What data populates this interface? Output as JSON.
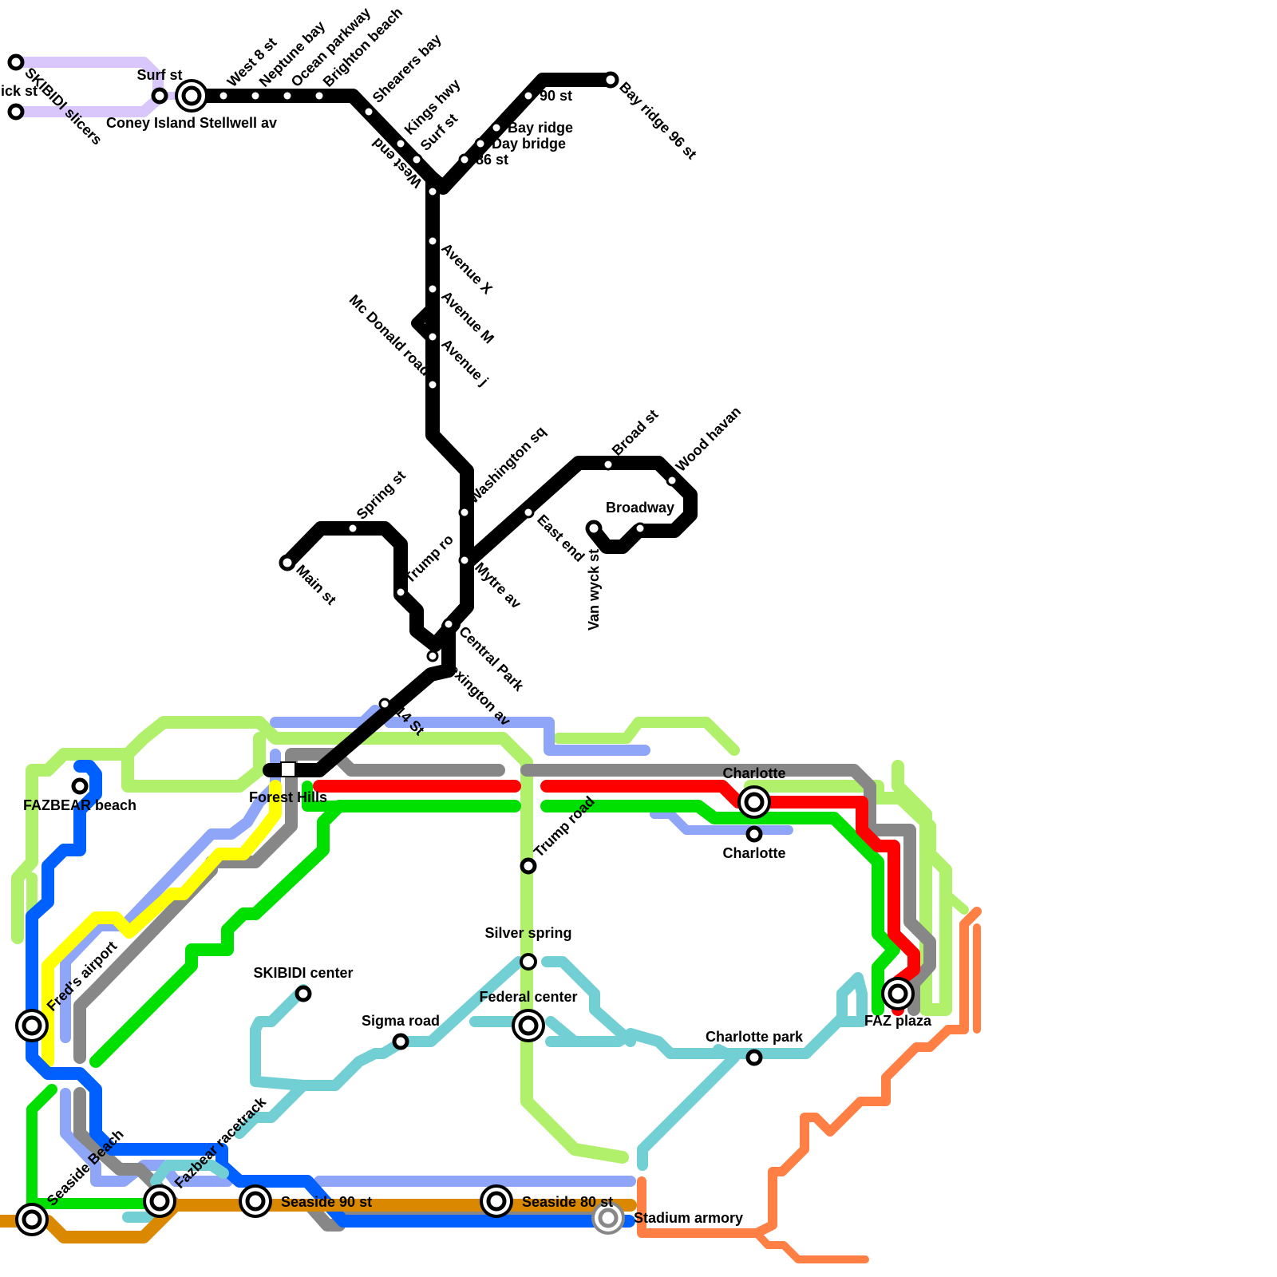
{
  "map": {
    "lines": [
      {
        "id": "lavender",
        "color": "#d9c6fb"
      },
      {
        "id": "black",
        "color": "#000000"
      },
      {
        "id": "light-green",
        "color": "#b0f06a"
      },
      {
        "id": "periwinkle",
        "color": "#8fa5f7"
      },
      {
        "id": "gray",
        "color": "#878787"
      },
      {
        "id": "red",
        "color": "#ff0000"
      },
      {
        "id": "green",
        "color": "#00e000"
      },
      {
        "id": "yellow",
        "color": "#ffff00"
      },
      {
        "id": "blue",
        "color": "#0060ff"
      },
      {
        "id": "teal",
        "color": "#72cfd4"
      },
      {
        "id": "orange-brown",
        "color": "#d98800"
      },
      {
        "id": "coral",
        "color": "#ff7f45"
      }
    ],
    "stations": {
      "nick": "nick st",
      "skibidi_slicers": "SKIBIDI slicers",
      "surf_st_w": "Surf st",
      "coney_island": "Coney Island Stellwell av",
      "west_8": "West 8 st",
      "neptune_bay": "Neptune bay",
      "ocean_parkway": "Ocean parkway",
      "brighton_beach": "Brighton beach",
      "shearers_bay": "Shearers bay",
      "kings_hwy": "Kings hwy",
      "surf_st_e": "Surf st",
      "west_end": "West end",
      "st_86": "86 st",
      "day_bridge": "Day bridge",
      "bay_ridge": "Bay ridge",
      "st_90": "90 st",
      "bay_ridge_96": "Bay ridge 96 st",
      "avenue_x": "Avenue X",
      "avenue_m": "Avenue M",
      "avenue_j": "Avenue j",
      "mc_donald": "Mc Donald road",
      "washington_sq": "Washington sq",
      "broad_st": "Broad st",
      "wood_havan": "Wood havan",
      "broadway": "Broadway",
      "van_wyck": "Van wyck st",
      "east_end": "East end",
      "spring_st": "Spring st",
      "main_st": "Main st",
      "trump_ro": "Trump ro",
      "myrtle_av": "Mytre av",
      "central_park": "Central Park",
      "lexington_av": "Lexington av",
      "st_14": "14 St",
      "forest_hills": "Forest Hills",
      "fazbear_beach": "FAZBEAR beach",
      "charlotte_n": "Charlotte",
      "charlotte_s": "Charlotte",
      "trump_road": "Trump road",
      "silver_spring": "Silver spring",
      "federal_center": "Federal center",
      "skibidi_center": "SKIBIDI center",
      "sigma_road": "Sigma road",
      "charlotte_park": "Charlotte park",
      "faz_plaza": "FAZ plaza",
      "freds_airport": "Fred's airport",
      "seaside_beach": "Seaside Beach",
      "fazbear_racetrack": "Fazbear racetrack",
      "seaside_90": "Seaside 90 st",
      "seaside_80": "Seaside 80 st",
      "stadium_armory": "Stadium armory"
    }
  }
}
